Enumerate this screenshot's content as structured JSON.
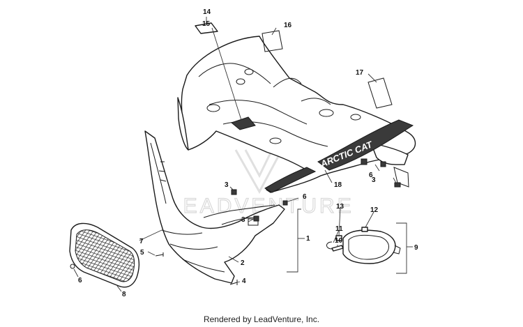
{
  "watermark": {
    "text": "LEADVENTURE"
  },
  "decal": {
    "text": "ARCTIC CAT"
  },
  "footer": {
    "text": "Rendered by LeadVenture, Inc."
  },
  "callouts": {
    "c1": "1",
    "c2": "2",
    "c3a": "3",
    "c3b": "3",
    "c3c": "3",
    "c4": "4",
    "c5": "5",
    "c6a": "6",
    "c6b": "6",
    "c6c": "6",
    "c7": "7",
    "c8": "8",
    "c9": "9",
    "c10": "10",
    "c11": "11",
    "c12": "12",
    "c13": "13",
    "c14": "14",
    "c15": "15",
    "c16": "16",
    "c17": "17",
    "c18": "18"
  }
}
